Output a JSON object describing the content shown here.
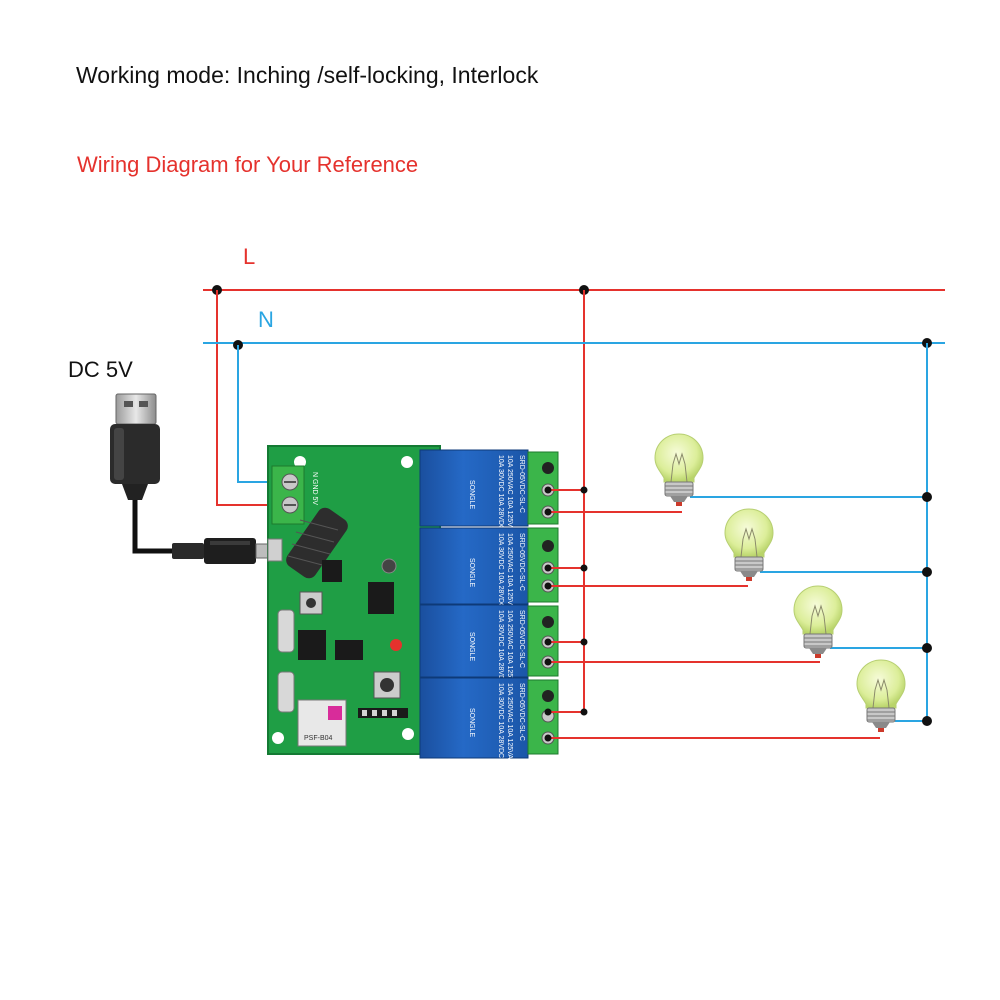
{
  "header": {
    "working_mode": "Working mode: Inching /self-locking, Interlock",
    "wiring_title": "Wiring Diagram for Your Reference"
  },
  "lines": {
    "live_label": "L",
    "neutral_label": "N"
  },
  "power": {
    "dc_label": "DC 5V"
  },
  "board": {
    "terminal_label": "N GND 5V",
    "relay_model": "SRD-05VDC-SL-C",
    "relay_rating_1": "10A 250VAC 10A 125VAC",
    "relay_rating_2": "10A 30VDC 10A 28VDC",
    "relay_brand": "SONGLE",
    "module_label": "PSF-B04"
  },
  "colors": {
    "live": "#e5322d",
    "neutral": "#2aa5e2",
    "pcb": "#1f9e45",
    "relay": "#1f5fb8",
    "terminal": "#3bb54a",
    "bulb": "#dcee9a"
  },
  "icons": {
    "usb": "usb-plug-icon",
    "bulb": "light-bulb-icon"
  }
}
